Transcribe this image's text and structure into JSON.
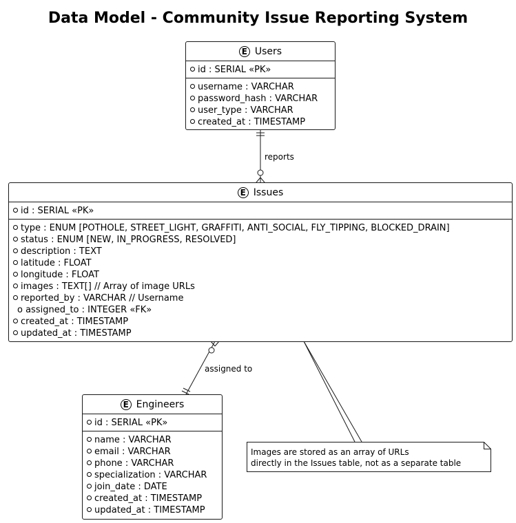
{
  "title": "Data Model - Community Issue Reporting System",
  "entity_badge": "E",
  "entities": {
    "users": {
      "name": "Users",
      "pk": "id : SERIAL «PK»",
      "attrs": [
        "username : VARCHAR",
        "password_hash : VARCHAR",
        "user_type : VARCHAR",
        "created_at : TIMESTAMP"
      ]
    },
    "issues": {
      "name": "Issues",
      "pk": "id : SERIAL «PK»",
      "attrs": [
        "type : ENUM [POTHOLE, STREET_LIGHT, GRAFFITI, ANTI_SOCIAL, FLY_TIPPING, BLOCKED_DRAIN]",
        "status : ENUM [NEW, IN_PROGRESS, RESOLVED]",
        "description : TEXT",
        "latitude : FLOAT",
        "longitude : FLOAT",
        "images : TEXT[] // Array of image URLs",
        "reported_by : VARCHAR // Username",
        "o assigned_to : INTEGER «FK»",
        "created_at : TIMESTAMP",
        "updated_at : TIMESTAMP"
      ]
    },
    "engineers": {
      "name": "Engineers",
      "pk": "id : SERIAL «PK»",
      "attrs": [
        "name : VARCHAR",
        "email : VARCHAR",
        "phone : VARCHAR",
        "specialization : VARCHAR",
        "join_date : DATE",
        "created_at : TIMESTAMP",
        "updated_at : TIMESTAMP"
      ]
    }
  },
  "relations": {
    "reports": "reports",
    "assigned_to": "assigned to"
  },
  "note": {
    "line1": "Images are stored as an array of URLs",
    "line2": "directly in the Issues table, not as a separate table"
  }
}
